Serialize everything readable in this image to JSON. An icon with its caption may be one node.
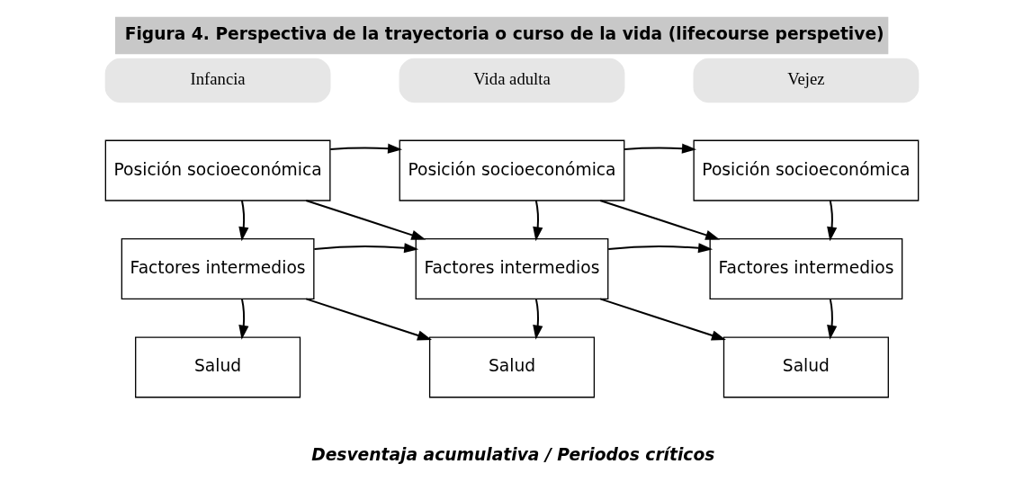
{
  "diagram": {
    "title": "Figura 4. Perspectiva de la trayectoria o curso de la vida (lifecourse perspetive)",
    "caption": "Desventaja acumulativa / Periodos críticos",
    "nodes": [
      {
        "text": [
          "Infancia"
        ]
      },
      {
        "text": [
          "Vida adulta"
        ]
      },
      {
        "text": [
          "Vejez"
        ]
      },
      {
        "text": [
          "Posición socioeconómica"
        ]
      },
      {
        "text": [
          "Posición socioeconómica"
        ]
      },
      {
        "text": [
          "Posición socioeconómica"
        ]
      },
      {
        "text": [
          "Factores intermedios"
        ]
      },
      {
        "text": [
          "Factores intermedios"
        ]
      },
      {
        "text": [
          "Factores intermedios"
        ]
      },
      {
        "text": [
          "Salud"
        ]
      },
      {
        "text": [
          "Salud"
        ]
      },
      {
        "text": [
          "Salud"
        ]
      }
    ],
    "edges": [
      {
        "from": 3,
        "to": 4,
        "arrow": "to"
      },
      {
        "from": 3,
        "to": 7,
        "arrow": "to"
      },
      {
        "from": 3,
        "to": 6,
        "arrow": "to"
      },
      {
        "from": 4,
        "to": 5,
        "arrow": "to"
      },
      {
        "from": 4,
        "to": 8,
        "arrow": "to"
      },
      {
        "from": 4,
        "to": 7,
        "arrow": "to"
      },
      {
        "from": 5,
        "to": 8,
        "arrow": "to"
      },
      {
        "from": 6,
        "to": 7,
        "arrow": "to"
      },
      {
        "from": 6,
        "to": 10,
        "arrow": "to"
      },
      {
        "from": 6,
        "to": 9,
        "arrow": "to"
      },
      {
        "from": 7,
        "to": 8,
        "arrow": "to"
      },
      {
        "from": 7,
        "to": 11,
        "arrow": "to"
      },
      {
        "from": 7,
        "to": 10,
        "arrow": "to"
      },
      {
        "from": 8,
        "to": 11,
        "arrow": "to"
      }
    ]
  }
}
